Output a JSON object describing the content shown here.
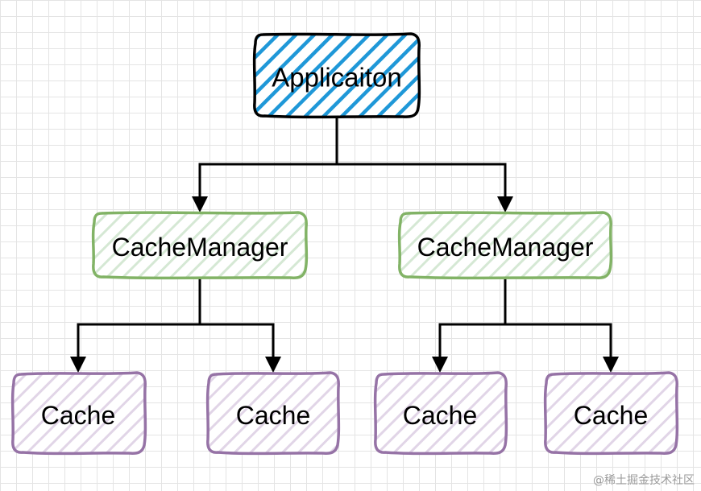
{
  "diagram": {
    "root": {
      "label": "Applicaiton",
      "color": "#1f98d8",
      "stroke": "#000000"
    },
    "managers": [
      {
        "label": "CacheManager",
        "color": "#82b366",
        "hatch": "#d5e8d4"
      },
      {
        "label": "CacheManager",
        "color": "#82b366",
        "hatch": "#d5e8d4"
      }
    ],
    "caches": [
      {
        "label": "Cache",
        "color": "#9673a6",
        "hatch": "#e1d5e7"
      },
      {
        "label": "Cache",
        "color": "#9673a6",
        "hatch": "#e1d5e7"
      },
      {
        "label": "Cache",
        "color": "#9673a6",
        "hatch": "#e1d5e7"
      },
      {
        "label": "Cache",
        "color": "#9673a6",
        "hatch": "#e1d5e7"
      }
    ],
    "edge_color": "#000000"
  },
  "watermark": "@稀土掘金技术社区"
}
